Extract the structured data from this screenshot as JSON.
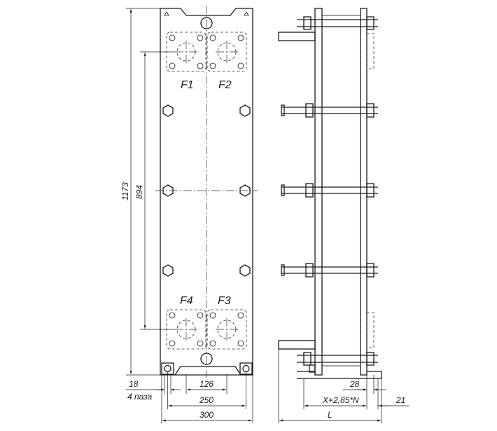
{
  "ports": {
    "f1": "F1",
    "f2": "F2",
    "f3": "F3",
    "f4": "F4"
  },
  "dimensions": {
    "total_height": "1173",
    "port_spacing_vertical": "894",
    "hole_diameter": "18",
    "hole_count": "4 паза",
    "port_spacing_horizontal": "126",
    "foot_spacing": "250",
    "width": "300",
    "side_offset": "28",
    "pack_length": "X+2,85*N",
    "foot_width": "21",
    "length": "L"
  }
}
